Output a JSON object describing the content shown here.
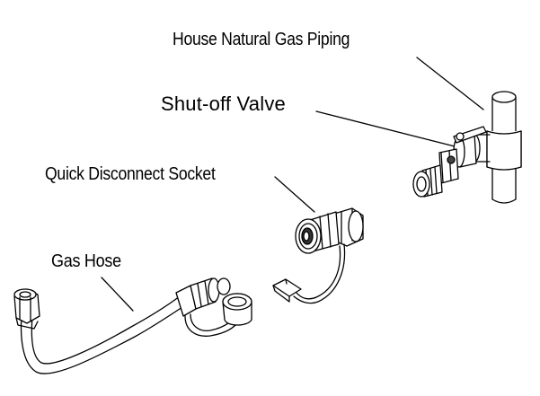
{
  "labels": {
    "house_piping": "House Natural Gas Piping",
    "shutoff_valve": "Shut-off Valve",
    "quick_disconnect": "Quick Disconnect Socket",
    "gas_hose": "Gas Hose"
  },
  "colors": {
    "line": "#000000",
    "part_fill": "#ffffff",
    "shade": "#d9d9d9",
    "dark_shade": "#555555"
  }
}
